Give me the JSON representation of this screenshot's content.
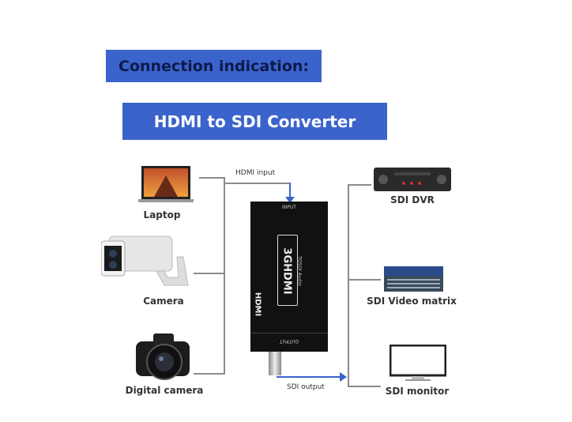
{
  "header": {
    "title": "Connection indication:",
    "subtitle": "HDMI to SDI Converter"
  },
  "inputs": [
    {
      "label": "Laptop",
      "icon": "laptop-icon"
    },
    {
      "label": "Camera",
      "icon": "security-camera-icon"
    },
    {
      "label": "Digital camera",
      "icon": "dslr-camera-icon"
    }
  ],
  "outputs": [
    {
      "label": "SDI DVR",
      "icon": "dvr-icon"
    },
    {
      "label": "SDI Video matrix",
      "icon": "video-matrix-icon"
    },
    {
      "label": "SDI monitor",
      "icon": "monitor-icon"
    }
  ],
  "converter": {
    "input_label": "INPUT",
    "output_label": "OUTPUT",
    "brand": "HDMI",
    "model": "3GHDMI",
    "model_sub": "TOSDI Audio"
  },
  "connections": {
    "hdmi_input": "HDMI input",
    "sdi_output": "SDI output"
  },
  "colors": {
    "banner": "#3b63cc",
    "arrow": "#3b63cc",
    "lines": "#8a8a92"
  }
}
